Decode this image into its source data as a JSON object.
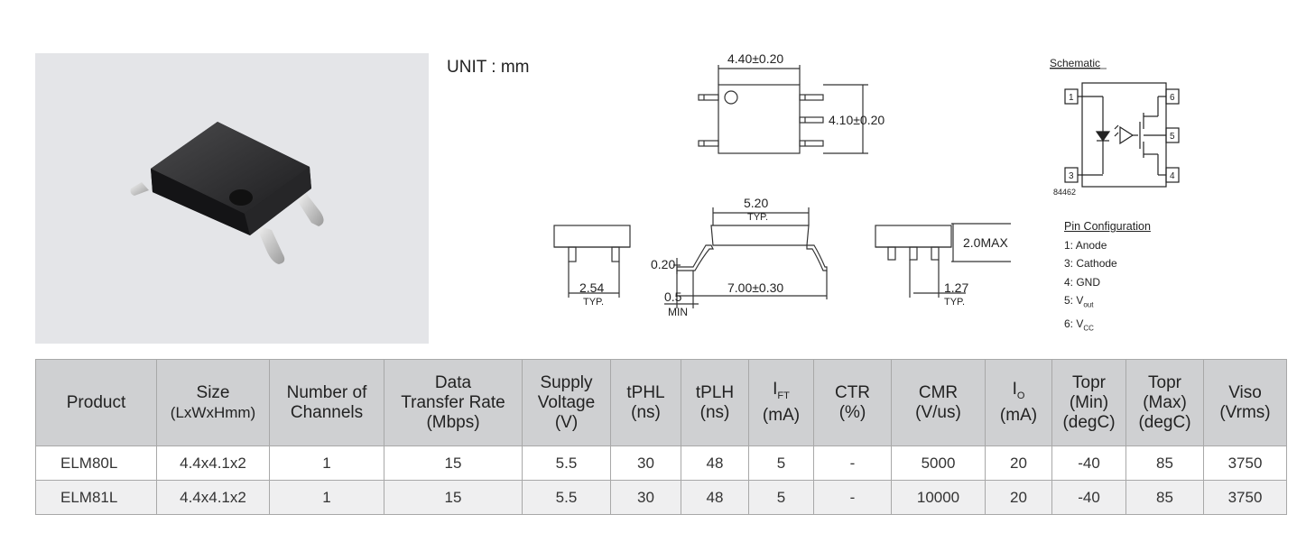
{
  "unit_label": "UNIT : mm",
  "dimensions": {
    "top_width": "4.40±0.20",
    "top_height": "4.10±0.20",
    "side_length": "5.20",
    "side_length_note": "TYP.",
    "lead_thickness": "0.20",
    "lead_min": "0.5",
    "lead_min_note": "MIN",
    "lead_span": "7.00±0.30",
    "pitch_left": "2.54",
    "pitch_left_note": "TYP.",
    "height_max": "2.0MAX",
    "pitch_right": "1.27",
    "pitch_right_note": "TYP."
  },
  "schematic": {
    "title": "Schematic",
    "pin_1": "1",
    "pin_3": "3",
    "pin_4": "4",
    "pin_5": "5",
    "pin_6": "6",
    "part_code": "84462"
  },
  "pin_config": {
    "title": "Pin Configuration",
    "pins": [
      {
        "num": "1: ",
        "name": "Anode",
        "sub": ""
      },
      {
        "num": "3: ",
        "name": "Cathode",
        "sub": ""
      },
      {
        "num": "4: ",
        "name": "GND",
        "sub": ""
      },
      {
        "num": "5: ",
        "name": "V",
        "sub": "out"
      },
      {
        "num": "6: ",
        "name": "V",
        "sub": "CC"
      }
    ]
  },
  "table": {
    "headers": [
      {
        "lines": [
          "Product"
        ]
      },
      {
        "lines": [
          "Size",
          "(LxWxHmm)"
        ]
      },
      {
        "lines": [
          "Number of",
          "Channels"
        ]
      },
      {
        "lines": [
          "Data",
          "Transfer Rate",
          "(Mbps)"
        ]
      },
      {
        "lines": [
          "Supply",
          "Voltage",
          "(V)"
        ]
      },
      {
        "lines": [
          "tPHL",
          "(ns)"
        ]
      },
      {
        "lines": [
          "tPLH",
          "(ns)"
        ]
      },
      {
        "main": "I",
        "sub": "FT",
        "unit": "(mA)"
      },
      {
        "lines": [
          "CTR",
          "(%)"
        ]
      },
      {
        "lines": [
          "CMR",
          "(V/us)"
        ]
      },
      {
        "main": "I",
        "sub": "O",
        "unit": "(mA)"
      },
      {
        "lines": [
          "Topr",
          "(Min)",
          "(degC)"
        ]
      },
      {
        "lines": [
          "Topr",
          "(Max)",
          "(degC)"
        ]
      },
      {
        "lines": [
          "Viso",
          "(Vrms)"
        ]
      }
    ],
    "rows": [
      [
        "ELM80L",
        "4.4x4.1x2",
        "1",
        "15",
        "5.5",
        "30",
        "48",
        "5",
        "-",
        "5000",
        "20",
        "-40",
        "85",
        "3750"
      ],
      [
        "ELM81L",
        "4.4x4.1x2",
        "1",
        "15",
        "5.5",
        "30",
        "48",
        "5",
        "-",
        "10000",
        "20",
        "-40",
        "85",
        "3750"
      ]
    ]
  }
}
